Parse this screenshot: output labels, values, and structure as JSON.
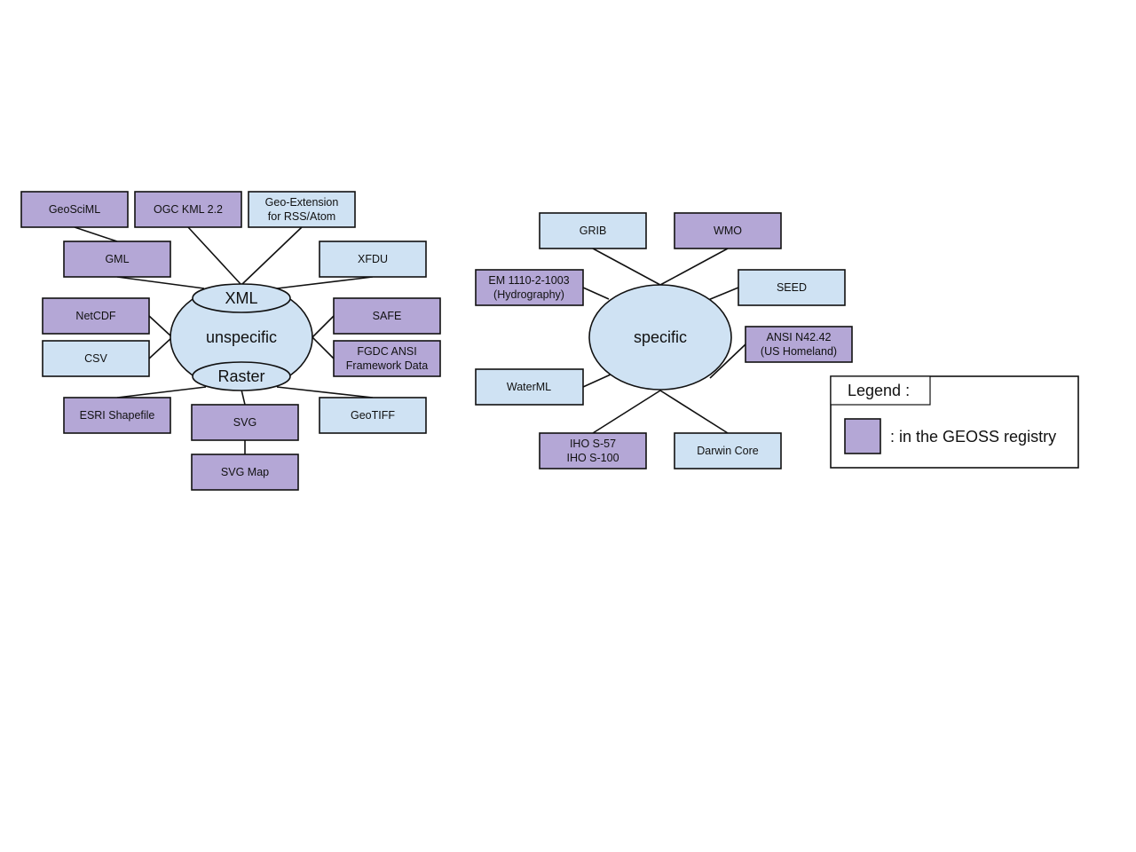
{
  "colors": {
    "registry": "#b4a7d6",
    "other": "#cfe2f3",
    "stroke": "#111111"
  },
  "diagram": {
    "unspecific": {
      "hub": "unspecific",
      "xml": "XML",
      "raster": "Raster",
      "nodes": {
        "geosciml": "GeoSciML",
        "ogc_kml": "OGC KML 2.2",
        "geo_extension": [
          "Geo-Extension",
          "for RSS/Atom"
        ],
        "gml": "GML",
        "xfdu": "XFDU",
        "netcdf": "NetCDF",
        "csv": "CSV",
        "safe": "SAFE",
        "fgdc": [
          "FGDC ANSI",
          "Framework Data"
        ],
        "esri": "ESRI Shapefile",
        "svg": "SVG",
        "geotiff": "GeoTIFF",
        "svg_map": "SVG Map"
      }
    },
    "specific": {
      "hub": "specific",
      "nodes": {
        "grib": "GRIB",
        "wmo": "WMO",
        "em": [
          "EM 1110-2-1003",
          "(Hydrography)"
        ],
        "seed": "SEED",
        "ansi": [
          "ANSI N42.42",
          "(US Homeland)"
        ],
        "waterml": "WaterML",
        "iho": [
          "IHO S-57",
          "IHO S-100"
        ],
        "darwin": "Darwin Core"
      }
    },
    "legend": {
      "title": "Legend :",
      "entry": ": in the GEOSS registry"
    }
  }
}
